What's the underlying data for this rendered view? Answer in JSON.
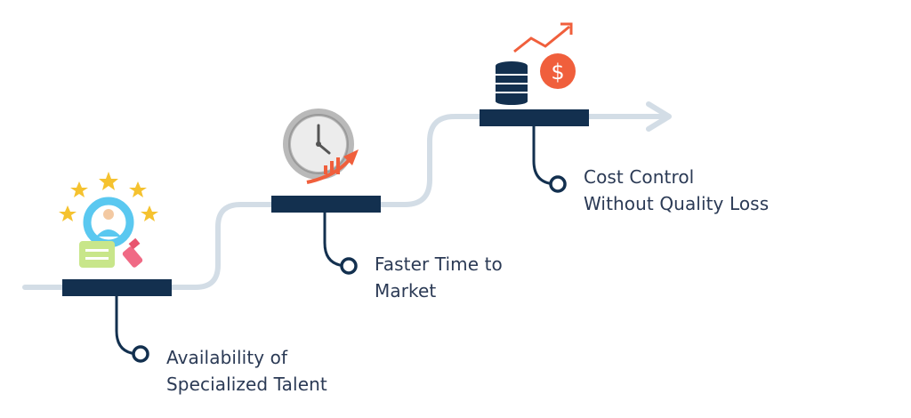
{
  "steps": [
    {
      "line1": "Availability of",
      "line2": "Specialized Talent"
    },
    {
      "line1": "Faster Time to",
      "line2": "Market"
    },
    {
      "line1": "Cost Control",
      "line2": "Without Quality Loss"
    }
  ],
  "icons": [
    "talent-search-icon",
    "clock-growth-icon",
    "coins-dollar-growth-icon"
  ],
  "colors": {
    "path": "#d3dde6",
    "platform": "#13304f",
    "text": "#2b3a55",
    "star": "#f5c22f",
    "accent": "#f05f3c",
    "clock": "#b9b9b9",
    "person_ring": "#5ac8f0"
  }
}
